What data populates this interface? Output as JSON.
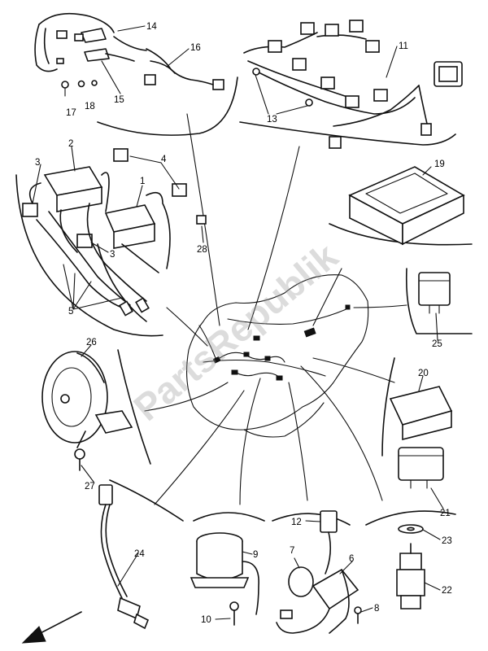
{
  "watermark": "PartsRepublik",
  "callouts": [
    {
      "id": "c14",
      "text": "14"
    },
    {
      "id": "c16",
      "text": "16"
    },
    {
      "id": "c15",
      "text": "15"
    },
    {
      "id": "c17",
      "text": "17"
    },
    {
      "id": "c18",
      "text": "18"
    },
    {
      "id": "c11",
      "text": "11"
    },
    {
      "id": "c13",
      "text": "13"
    },
    {
      "id": "c2",
      "text": "2"
    },
    {
      "id": "c4",
      "text": "4"
    },
    {
      "id": "c3a",
      "text": "3"
    },
    {
      "id": "c1",
      "text": "1"
    },
    {
      "id": "c3b",
      "text": "3"
    },
    {
      "id": "c28",
      "text": "28"
    },
    {
      "id": "c5",
      "text": "5"
    },
    {
      "id": "c19",
      "text": "19"
    },
    {
      "id": "c25",
      "text": "25"
    },
    {
      "id": "c26",
      "text": "26"
    },
    {
      "id": "c20",
      "text": "20"
    },
    {
      "id": "c27",
      "text": "27"
    },
    {
      "id": "c21",
      "text": "21"
    },
    {
      "id": "c12",
      "text": "12"
    },
    {
      "id": "c9",
      "text": "9"
    },
    {
      "id": "c24",
      "text": "24"
    },
    {
      "id": "c7",
      "text": "7"
    },
    {
      "id": "c6",
      "text": "6"
    },
    {
      "id": "c23",
      "text": "23"
    },
    {
      "id": "c22",
      "text": "22"
    },
    {
      "id": "c10",
      "text": "10"
    },
    {
      "id": "c8",
      "text": "8"
    }
  ]
}
